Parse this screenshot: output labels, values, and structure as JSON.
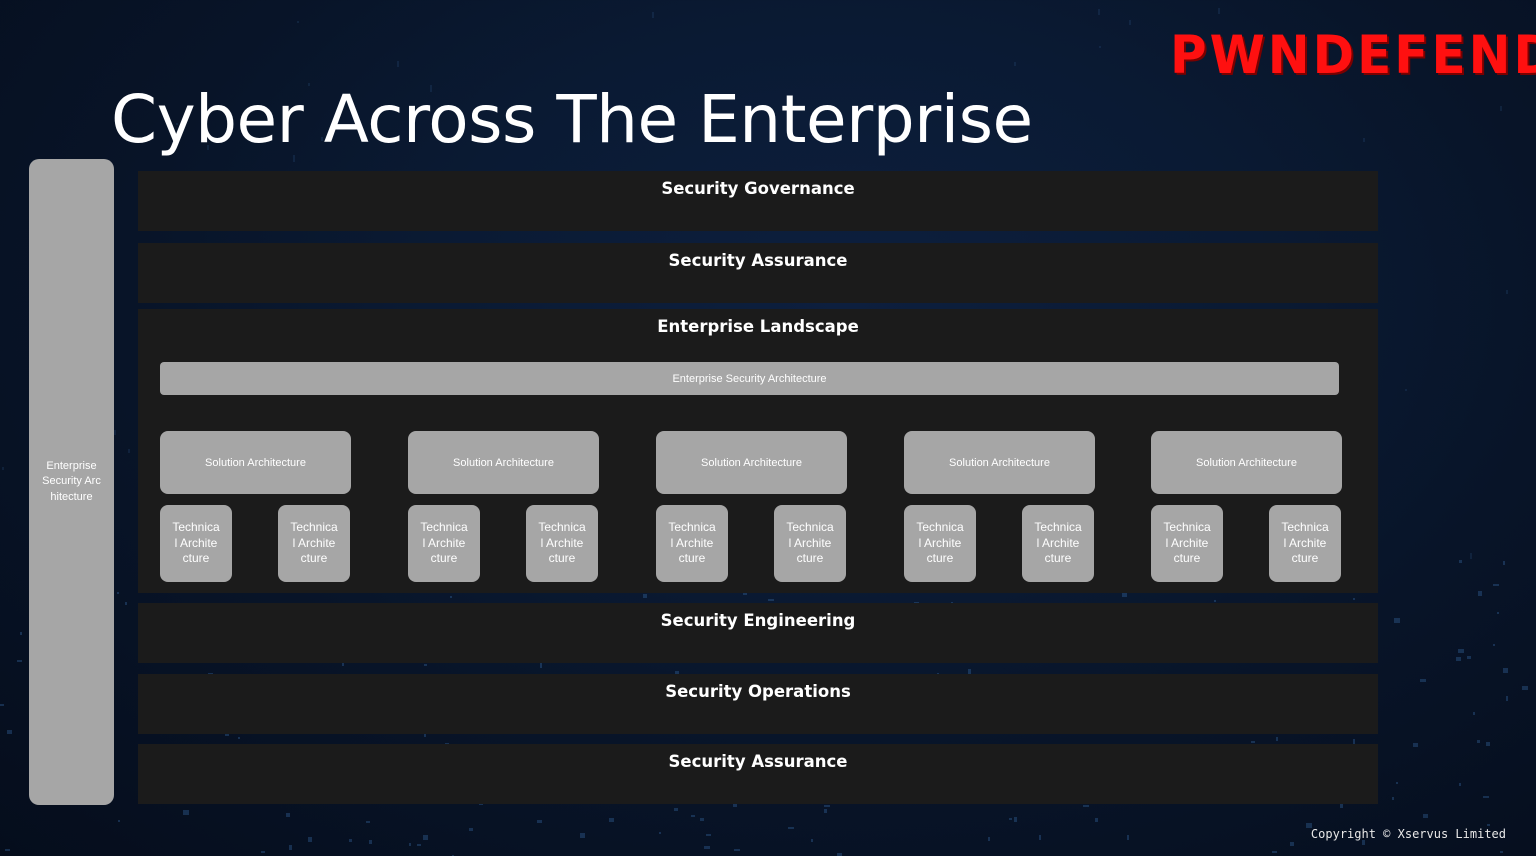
{
  "brand": {
    "logo_text": "PWNDEFEND",
    "logo_color": "#ff1010"
  },
  "slide": {
    "title": "Cyber Across The Enterprise"
  },
  "side_bar": {
    "label": "Enterprise Security Architecture"
  },
  "bands": {
    "governance": "Security Governance",
    "assurance_top": "Security Assurance",
    "landscape": "Enterprise Landscape",
    "engineering": "Security Engineering",
    "operations": "Security Operations",
    "assurance_bottom": "Security Assurance"
  },
  "landscape": {
    "esa_label": "Enterprise Security Architecture",
    "solutions": [
      {
        "label": "Solution Architecture",
        "tech": [
          "Technical Architecture",
          "Technical Architecture"
        ]
      },
      {
        "label": "Solution Architecture",
        "tech": [
          "Technical Architecture",
          "Technical Architecture"
        ]
      },
      {
        "label": "Solution Architecture",
        "tech": [
          "Technical Architecture",
          "Technical Architecture"
        ]
      },
      {
        "label": "Solution Architecture",
        "tech": [
          "Technical Architecture",
          "Technical Architecture"
        ]
      },
      {
        "label": "Solution Architecture",
        "tech": [
          "Technical Architecture",
          "Technical Architecture"
        ]
      }
    ]
  },
  "footer": {
    "copyright": "Copyright © Xservus Limited"
  },
  "colors": {
    "box_grey": "#a6a6a6",
    "band_dark": "#1b1b1b",
    "background": "#0a1a33"
  }
}
